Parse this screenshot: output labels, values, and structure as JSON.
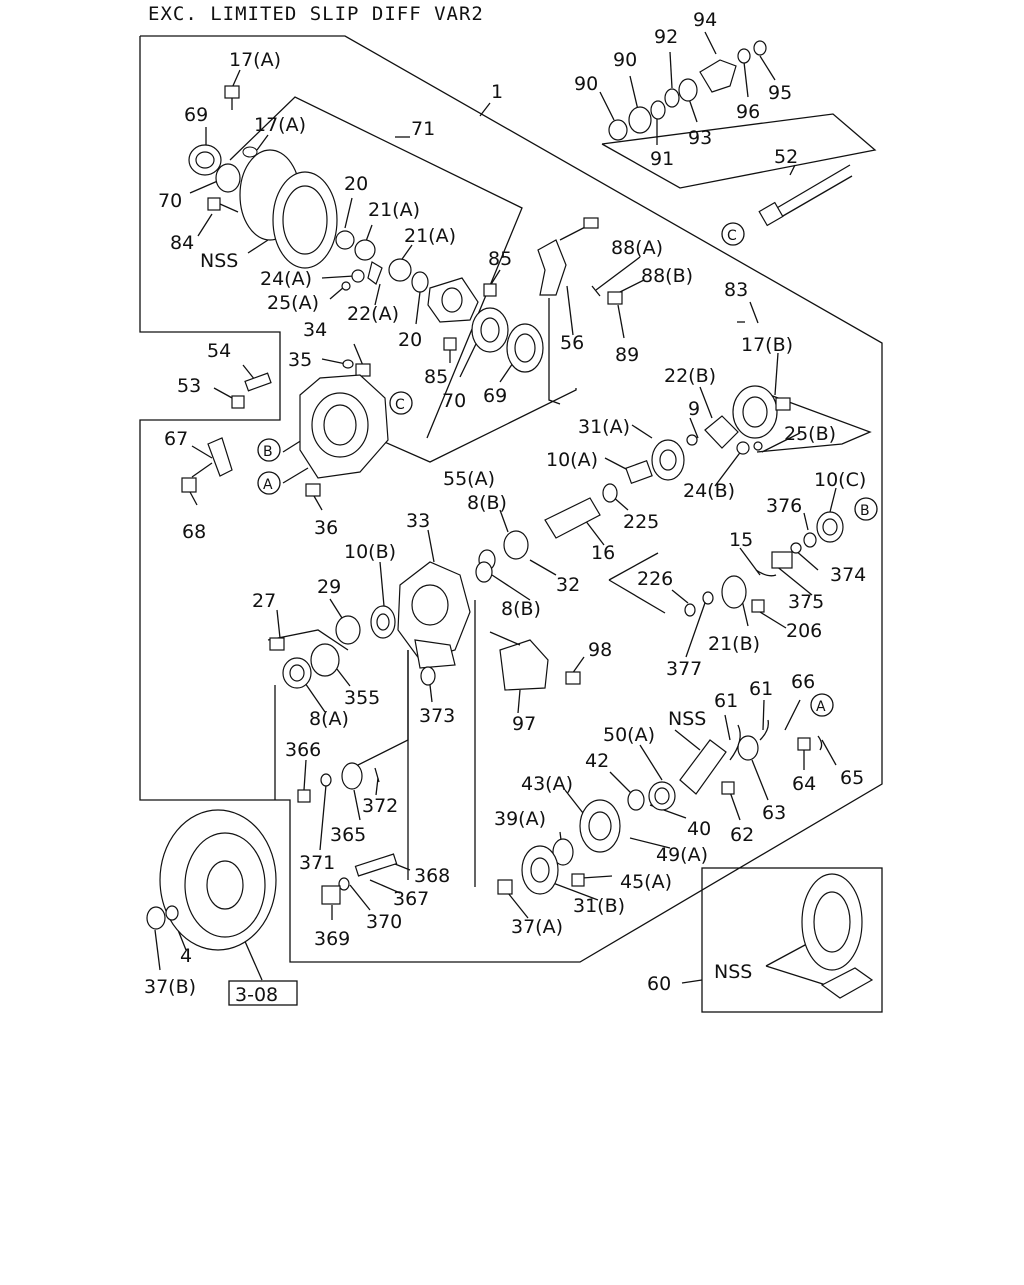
{
  "title": "EXC. LIMITED SLIP DIFF VAR2",
  "labels": {
    "l17a_1": "17(A)",
    "l69_1": "69",
    "l17a_2": "17(A)",
    "l71": "71",
    "l1": "1",
    "l70_1": "70",
    "l84": "84",
    "lnss_1": "NSS",
    "l20_1": "20",
    "l21a_1": "21(A)",
    "l21a_2": "21(A)",
    "l24a": "24(A)",
    "l25a": "25(A)",
    "l22a": "22(A)",
    "l20_2": "20",
    "l85_1": "85",
    "l85_2": "85",
    "l70_2": "70",
    "l69_2": "69",
    "l56": "56",
    "l88a": "88(A)",
    "l88b": "88(B)",
    "l89": "89",
    "l90_1": "90",
    "l90_2": "90",
    "l92": "92",
    "l94": "94",
    "l91": "91",
    "l93": "93",
    "l96": "96",
    "l95": "95",
    "l52": "52",
    "lc_1": "C",
    "l34": "34",
    "l35": "35",
    "lc_2": "C",
    "l54": "54",
    "l53": "53",
    "l67": "67",
    "lb_1": "B",
    "la_1": "A",
    "l68": "68",
    "l36": "36",
    "l55a": "55(A)",
    "l83": "83",
    "l17b": "17(B)",
    "l22b": "22(B)",
    "l9": "9",
    "l31a": "31(A)",
    "l25b": "25(B)",
    "l10a": "10(A)",
    "l24b": "24(B)",
    "l10c": "10(C)",
    "l376": "376",
    "lb_2": "B",
    "l8b_1": "8(B)",
    "l225": "225",
    "l16": "16",
    "l33": "33",
    "l32": "32",
    "l15": "15",
    "l374": "374",
    "l226": "226",
    "l375": "375",
    "l10b": "10(B)",
    "l29": "29",
    "l8b_2": "8(B)",
    "l21b": "21(B)",
    "l206": "206",
    "l27": "27",
    "l98": "98",
    "l377": "377",
    "l355": "355",
    "l8a": "8(A)",
    "l373": "373",
    "l97": "97",
    "l61_1": "61",
    "l61_2": "61",
    "l66": "66",
    "la_2": "A",
    "lnss_2": "NSS",
    "l50a": "50(A)",
    "l366": "366",
    "l42": "42",
    "l43a": "43(A)",
    "l64": "64",
    "l65": "65",
    "l372": "372",
    "l63": "63",
    "l40": "40",
    "l62": "62",
    "l39a": "39(A)",
    "l365": "365",
    "l49a": "49(A)",
    "l371": "371",
    "l368": "368",
    "l45a": "45(A)",
    "l367": "367",
    "l31b": "31(B)",
    "l369": "369",
    "l370": "370",
    "l37a": "37(A)",
    "l4": "4",
    "l37b": "37(B)",
    "lref": "3-08",
    "lnss_3": "NSS",
    "l60": "60"
  }
}
